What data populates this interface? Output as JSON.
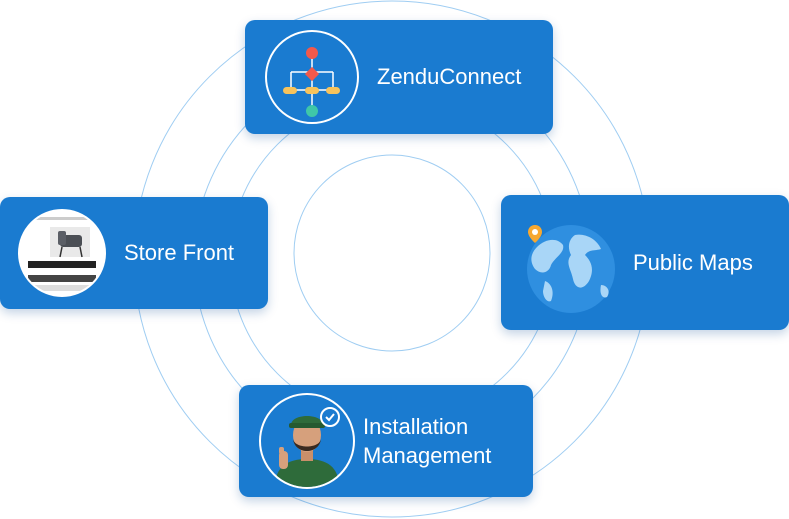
{
  "cards": {
    "zenduconnect": {
      "label": "ZenduConnect",
      "icon": "workflow-icon"
    },
    "store_front": {
      "label": "Store Front",
      "icon": "store-screenshot-icon"
    },
    "public_maps": {
      "label": "Public Maps",
      "icon": "globe-icon"
    },
    "installation": {
      "label_line1": "Installation",
      "label_line2": "Management",
      "icon": "installer-icon"
    }
  },
  "colors": {
    "card_bg": "#1a7bd0",
    "ring": "#9fcdf2",
    "text": "#ffffff",
    "flow_red": "#f2594b",
    "flow_yellow": "#f7c35c",
    "flow_teal": "#3fc7a8",
    "globe_sea": "#2f8fe0",
    "globe_land": "#a9d6f7",
    "pin": "#f7a830",
    "shirt": "#2e6b3a"
  }
}
